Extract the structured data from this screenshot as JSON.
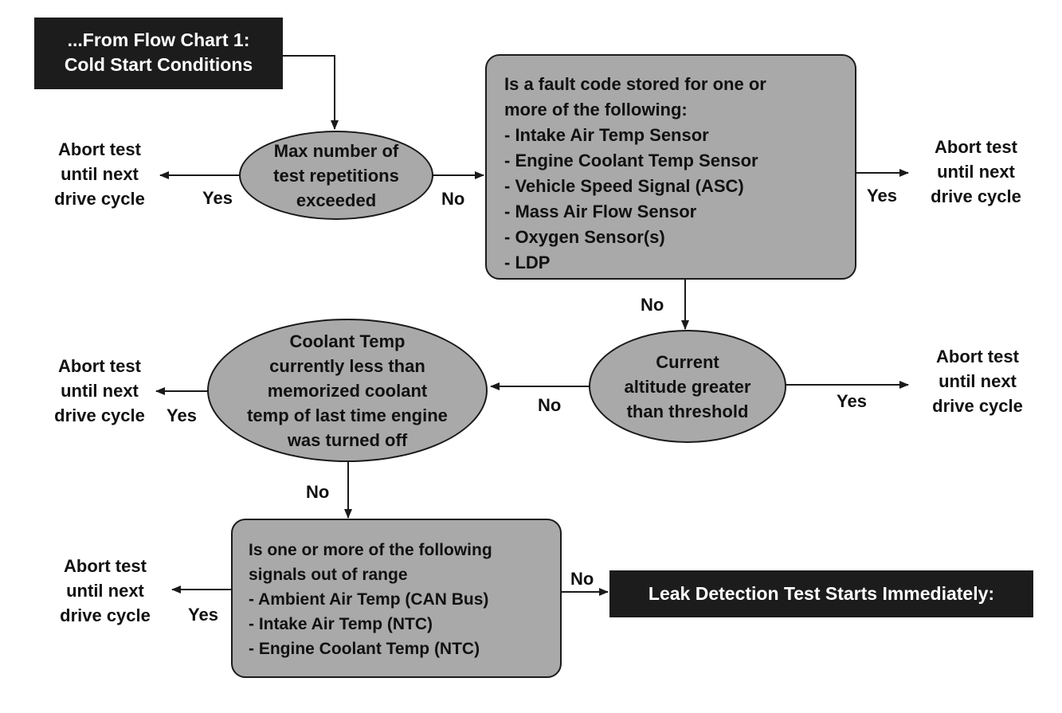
{
  "start": {
    "lines": [
      "...From Flow Chart 1:",
      "Cold Start Conditions"
    ]
  },
  "max_reps": {
    "lines": [
      "Max number of",
      "test repetitions",
      "exceeded"
    ]
  },
  "fault_box": {
    "lines": [
      "Is a fault code stored for one or",
      "more of the following:",
      "- Intake Air Temp Sensor",
      "- Engine Coolant Temp Sensor",
      "- Vehicle Speed Signal (ASC)",
      "- Mass Air Flow Sensor",
      "- Oxygen Sensor(s)",
      "- LDP"
    ]
  },
  "altitude": {
    "lines": [
      "Current",
      "altitude greater",
      "than threshold"
    ]
  },
  "coolant": {
    "lines": [
      "Coolant Temp",
      "currently less than",
      "memorized coolant",
      "temp of last time engine",
      "was turned off"
    ]
  },
  "signals_box": {
    "lines": [
      "Is one or more of the following",
      "signals out of range",
      "- Ambient Air Temp (CAN Bus)",
      "- Intake Air Temp (NTC)",
      "- Engine Coolant Temp (NTC)"
    ]
  },
  "end": {
    "label": "Leak Detection Test Starts Immediately:"
  },
  "abort": {
    "lines": [
      "Abort test",
      "until next",
      "drive cycle"
    ]
  },
  "labels": {
    "yes": "Yes",
    "no": "No"
  }
}
